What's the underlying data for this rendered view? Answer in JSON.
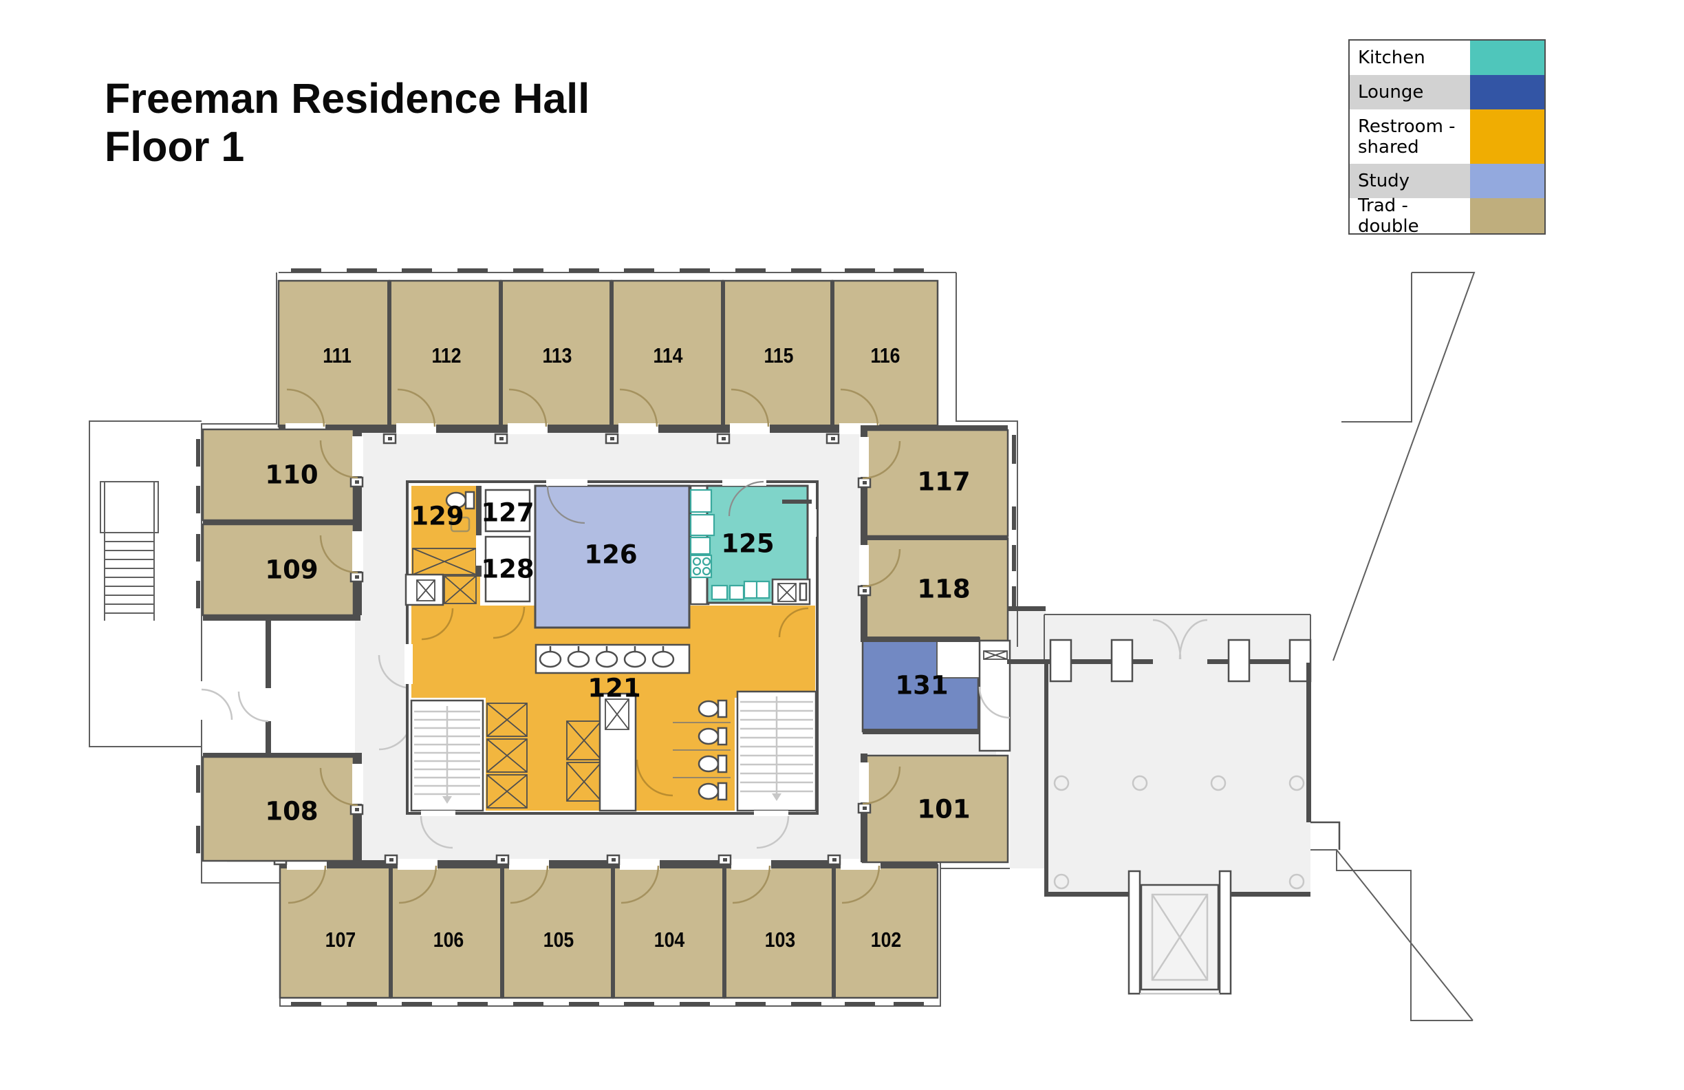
{
  "title": {
    "line1": "Freeman Residence Hall",
    "line2": "Floor 1"
  },
  "legend": {
    "items": [
      {
        "label": "Kitchen",
        "color": "#4fc6bb"
      },
      {
        "label": "Lounge",
        "color": "#3355a5"
      },
      {
        "label": "Restroom - shared",
        "color": "#f0ad02"
      },
      {
        "label": "Study",
        "color": "#93a9de"
      },
      {
        "label": "Trad - double",
        "color": "#bfae7d"
      }
    ]
  },
  "plan_colors": {
    "trad_double_room": "#c9ba90",
    "restroom_room": "#f2b63f",
    "study_room": "#b1bde2",
    "kitchen_room": "#7fd4c9",
    "lounge_room": "#7289c3",
    "corridor": "#f0f0f0",
    "wall": "#4e4e4e"
  },
  "rooms": {
    "101": {
      "number": "101",
      "type": "Trad - double"
    },
    "102": {
      "number": "102",
      "type": "Trad - double"
    },
    "103": {
      "number": "103",
      "type": "Trad - double"
    },
    "104": {
      "number": "104",
      "type": "Trad - double"
    },
    "105": {
      "number": "105",
      "type": "Trad - double"
    },
    "106": {
      "number": "106",
      "type": "Trad - double"
    },
    "107": {
      "number": "107",
      "type": "Trad - double"
    },
    "108": {
      "number": "108",
      "type": "Trad - double"
    },
    "109": {
      "number": "109",
      "type": "Trad - double"
    },
    "110": {
      "number": "110",
      "type": "Trad - double"
    },
    "111": {
      "number": "111",
      "type": "Trad - double"
    },
    "112": {
      "number": "112",
      "type": "Trad - double"
    },
    "113": {
      "number": "113",
      "type": "Trad - double"
    },
    "114": {
      "number": "114",
      "type": "Trad - double"
    },
    "115": {
      "number": "115",
      "type": "Trad - double"
    },
    "116": {
      "number": "116",
      "type": "Trad - double"
    },
    "117": {
      "number": "117",
      "type": "Trad - double"
    },
    "118": {
      "number": "118",
      "type": "Trad - double"
    },
    "121": {
      "number": "121",
      "type": "Restroom - shared"
    },
    "125": {
      "number": "125",
      "type": "Kitchen"
    },
    "126": {
      "number": "126",
      "type": "Study"
    },
    "127": {
      "number": "127"
    },
    "128": {
      "number": "128"
    },
    "129": {
      "number": "129",
      "type": "Restroom - shared"
    },
    "131": {
      "number": "131",
      "type": "Lounge"
    }
  }
}
